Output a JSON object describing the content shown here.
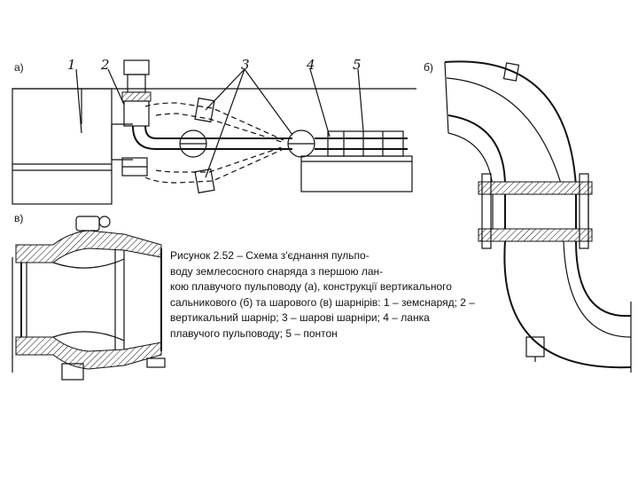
{
  "labels": {
    "panel_a": "а)",
    "panel_b": "б)",
    "panel_c": "в)",
    "n1": "1",
    "n2": "2",
    "n3": "3",
    "n4": "4",
    "n5": "5"
  },
  "caption": {
    "line1": "Рисунок 2.52 – Схема з'єднання пульпо-",
    "line2": "воду землесосного снаряда з першою лан-",
    "line3": "кою плавучого пульповоду (а), конструкції вертикального",
    "line4": "сальникового (б) та шарового (в) шарнірів: 1 – земснаряд; 2 –",
    "line5": "вертикальний шарнір; 3 – шарові шарніри; 4 – ланка",
    "line6": "плавучого пульповоду; 5 – понтон"
  }
}
